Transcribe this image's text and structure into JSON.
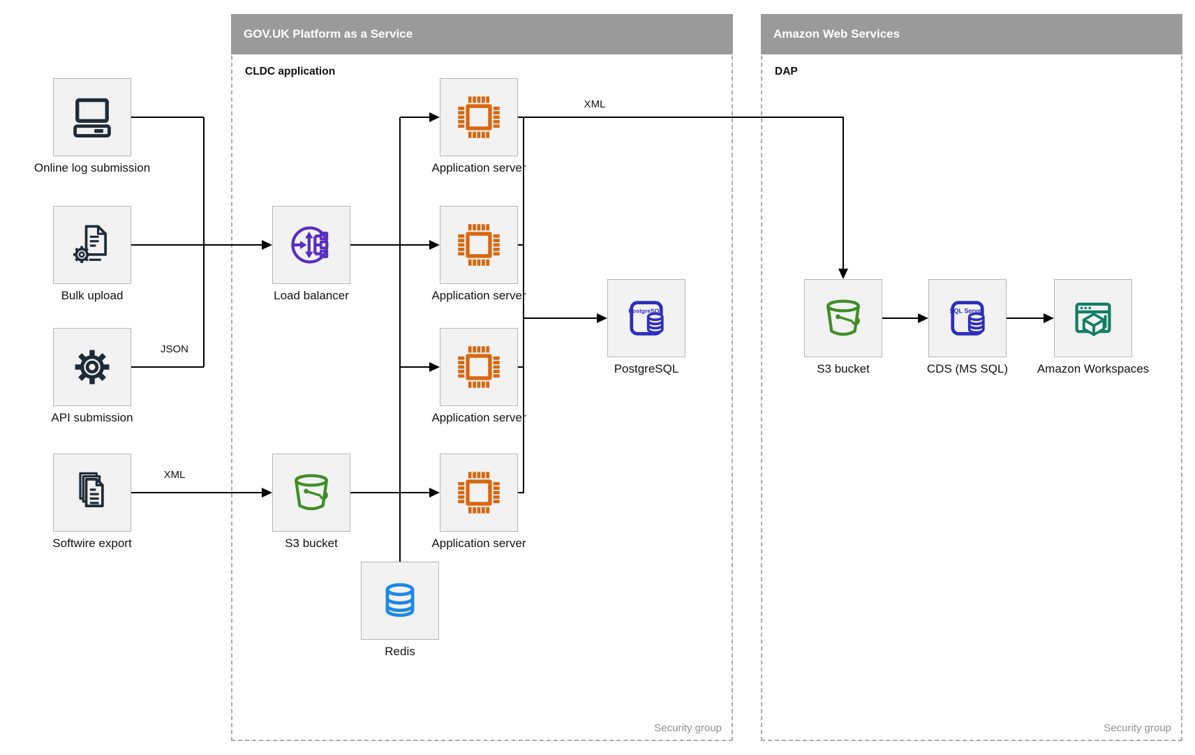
{
  "diagram": {
    "containers": [
      {
        "id": "paas",
        "title": "GOV.UK Platform as a Service",
        "sublabel": "CLDC application",
        "footer": "Security group"
      },
      {
        "id": "aws",
        "title": "Amazon Web Services",
        "sublabel": "DAP",
        "footer": "Security group"
      }
    ],
    "nodes": [
      {
        "id": "online-log",
        "label": "Online log submission",
        "icon": "computer-icon"
      },
      {
        "id": "bulk-upload",
        "label": "Bulk upload",
        "icon": "document-gear-icon"
      },
      {
        "id": "api-submission",
        "label": "API submission",
        "icon": "gear-icon"
      },
      {
        "id": "softwire-export",
        "label": "Softwire export",
        "icon": "stacked-documents-icon"
      },
      {
        "id": "load-balancer",
        "label": "Load balancer",
        "icon": "load-balancer-icon"
      },
      {
        "id": "s3-paas",
        "label": "S3 bucket",
        "icon": "s3-bucket-icon"
      },
      {
        "id": "app-server-1",
        "label": "Application server",
        "icon": "chip-icon"
      },
      {
        "id": "app-server-2",
        "label": "Application server",
        "icon": "chip-icon"
      },
      {
        "id": "app-server-3",
        "label": "Application server",
        "icon": "chip-icon"
      },
      {
        "id": "app-server-4",
        "label": "Application server",
        "icon": "chip-icon"
      },
      {
        "id": "postgresql",
        "label": "PostgreSQL",
        "icon": "postgresql-icon"
      },
      {
        "id": "redis",
        "label": "Redis",
        "icon": "redis-icon"
      },
      {
        "id": "s3-aws",
        "label": "S3 bucket",
        "icon": "s3-bucket-icon"
      },
      {
        "id": "cds",
        "label": "CDS (MS SQL)",
        "icon": "sql-server-icon"
      },
      {
        "id": "workspaces",
        "label": "Amazon Workspaces",
        "icon": "workspaces-icon"
      }
    ],
    "edge_labels": [
      {
        "id": "json-api-to-app",
        "text": "JSON"
      },
      {
        "id": "xml-softwire-to-s3",
        "text": "XML"
      },
      {
        "id": "xml-app-to-aws",
        "text": "XML"
      }
    ],
    "icon_texts": {
      "postgresql": "PostgreSQL",
      "sql_server": "SQL Server"
    },
    "icon_colors": {
      "computer-icon": "#1f2b38",
      "document-gear-icon": "#1f2b38",
      "gear-icon": "#1f2b38",
      "stacked-documents-icon": "#1f2b38",
      "load-balancer-icon": "#5a2ebe",
      "chip-icon": "#d8670f",
      "s3-bucket-icon": "#3f8d26",
      "postgresql-icon": "#2e2ebc",
      "redis-icon": "#1e88e5",
      "sql-server-icon": "#2e2ebc",
      "workspaces-icon": "#117e66"
    },
    "colors": {
      "line": "#000000",
      "container_header_bg": "#9a9a9a",
      "box_bg": "#f2f2f2",
      "security_group_text": "#8f8f8f"
    }
  }
}
